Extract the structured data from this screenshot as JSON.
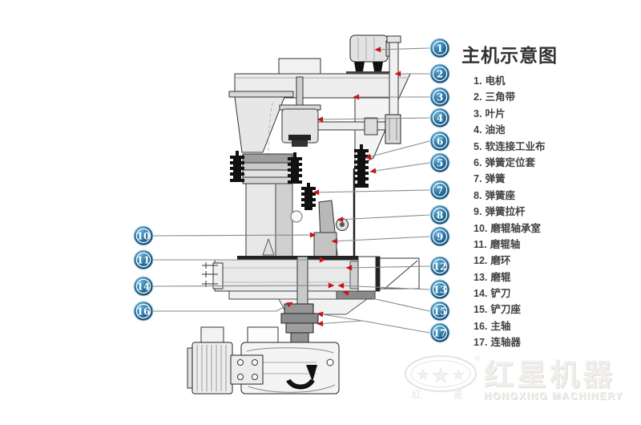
{
  "title": "主机示意图",
  "legend": {
    "items": [
      {
        "num": "1.",
        "label": "电机"
      },
      {
        "num": "2.",
        "label": "三角带"
      },
      {
        "num": "3.",
        "label": "叶片"
      },
      {
        "num": "4.",
        "label": "油池"
      },
      {
        "num": "5.",
        "label": "软连接工业布"
      },
      {
        "num": "6.",
        "label": "弹簧定位套"
      },
      {
        "num": "7.",
        "label": "弹簧"
      },
      {
        "num": "8.",
        "label": "弹簧座"
      },
      {
        "num": "9.",
        "label": "弹簧拉杆"
      },
      {
        "num": "10.",
        "label": "磨辊轴承室"
      },
      {
        "num": "11.",
        "label": "磨辊轴"
      },
      {
        "num": "12.",
        "label": "磨环"
      },
      {
        "num": "13.",
        "label": "磨辊"
      },
      {
        "num": "14.",
        "label": "铲刀"
      },
      {
        "num": "15.",
        "label": "铲刀座"
      },
      {
        "num": "16.",
        "label": "主轴"
      },
      {
        "num": "17.",
        "label": "连轴器"
      }
    ]
  },
  "callouts": {
    "right": [
      "1",
      "2",
      "3",
      "4",
      "6",
      "5",
      "7",
      "8",
      "9",
      "12",
      "13",
      "15",
      "17"
    ],
    "left": [
      "10",
      "11",
      "14",
      "16"
    ]
  },
  "logo": {
    "name_cn": "红星机器",
    "name_en": "HONGXING MACHINERY",
    "seal_left": "红",
    "seal_right": "星",
    "star_small_left": "★",
    "star_big": "★",
    "star_small_right": "★",
    "registered": "®"
  },
  "colors": {
    "badge_blue": "#1f6395",
    "arrow_red": "#c4161c",
    "leader_gray": "#8a8a8a"
  }
}
